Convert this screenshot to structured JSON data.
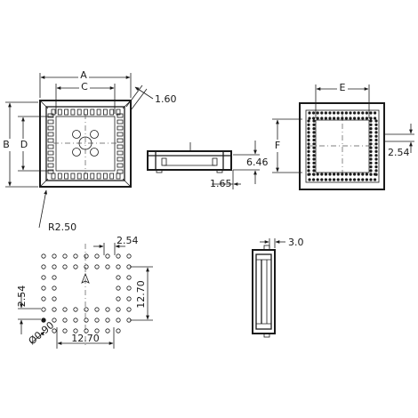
{
  "labels": {
    "A": "A",
    "B": "B",
    "C": "C",
    "D": "D",
    "E": "E",
    "F": "F",
    "dim_1_60": "1.60",
    "dim_6_46": "6.46",
    "dim_1_65": "1.65",
    "dim_2_54_right": "2.54",
    "dim_r2_50": "R2.50",
    "dim_2_54_top": "2.54",
    "dim_12_70_vert": "12.70",
    "dim_2_54_left": "2.54",
    "dim_phi_0_90": "Ø0.90",
    "dim_12_70_horiz": "12.70",
    "dim_3_0": "3.0"
  },
  "colors": {
    "line": "#1a1a1a",
    "background": "#ffffff"
  }
}
